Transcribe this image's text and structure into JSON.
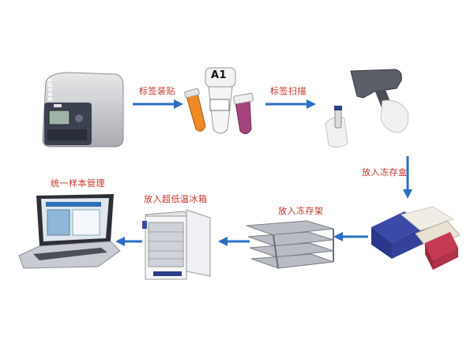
{
  "steps": [
    {
      "label": "标签装贴",
      "icon": "label-tube-icon"
    },
    {
      "label": "标签扫描",
      "icon": "barcode-scanner-icon"
    },
    {
      "label": "放入冻存盒",
      "icon": "freezer-box-icon"
    },
    {
      "label": "放入冻存架",
      "icon": "freezer-rack-icon"
    },
    {
      "label": "放入超低温冰箱",
      "icon": "ultra-low-freezer-icon"
    },
    {
      "label": "统一样本管理",
      "icon": "laptop-icon"
    }
  ],
  "printer": {
    "brand": "BRADY",
    "icon": "label-printer-icon"
  },
  "tube_label": {
    "id": "A1"
  },
  "colors": {
    "label_text": "#c8322a",
    "arrow": "#2a6fc4"
  }
}
